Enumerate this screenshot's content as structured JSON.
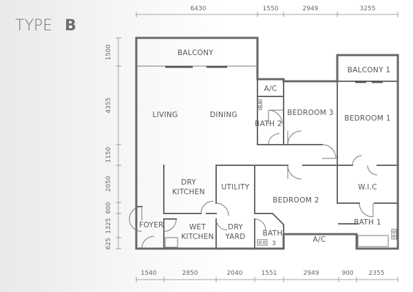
{
  "title": {
    "type": "TYPE",
    "variant": "B"
  },
  "rooms": {
    "balcony": "BALCONY",
    "balcony_1": "BALCONY 1",
    "ac_top": "A/C",
    "living": "LIVING",
    "dining": "DINING",
    "bath_2": "BATH 2",
    "bedroom_3": "BEDROOM 3",
    "bedroom_1": "BEDROOM 1",
    "dry_kitchen_1": "DRY",
    "dry_kitchen_2": "KITCHEN",
    "utility": "UTILITY",
    "bedroom_2": "BEDROOM 2",
    "wic": "W.I.C",
    "foyer": "FOYER",
    "wet_kitchen_1": "WET",
    "wet_kitchen_2": "KITCHEN",
    "dry_yard_1": "DRY",
    "dry_yard_2": "YARD",
    "bath_3_1": "BATH",
    "bath_3_2": "3",
    "ac_bottom": "A/C",
    "bath_1": "BATH 1"
  },
  "dimensions": {
    "top": [
      "6430",
      "1550",
      "2949",
      "3255"
    ],
    "bottom": [
      "1540",
      "2850",
      "2040",
      "1551",
      "2949",
      "900",
      "2355"
    ],
    "left": [
      "1500",
      "4355",
      "1150",
      "2050",
      "600",
      "1325",
      "625"
    ]
  }
}
